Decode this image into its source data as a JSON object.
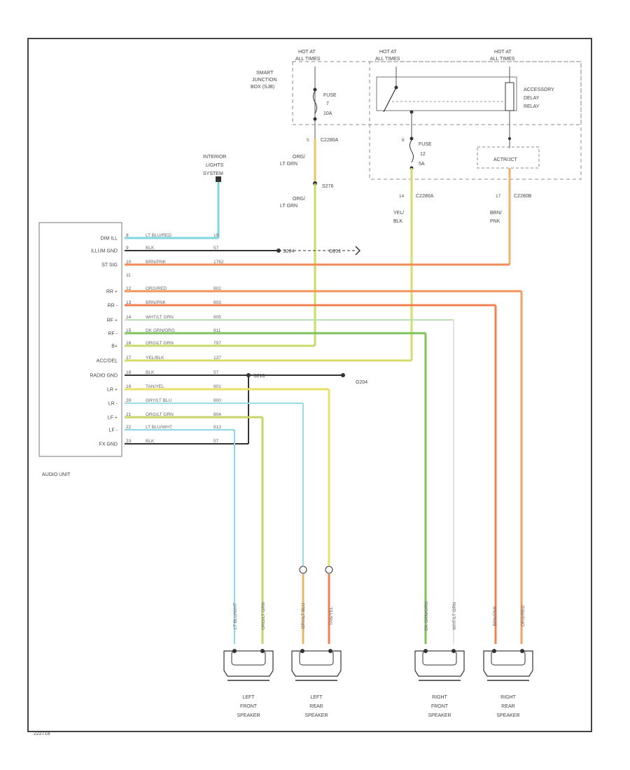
{
  "power": {
    "hot_left": [
      "HOT AT",
      "ALL TIMES"
    ],
    "hot_mid": [
      "HOT AT",
      "ALL TIMES"
    ],
    "hot_right": [
      "HOT AT",
      "ALL TIMES"
    ],
    "sjb": [
      "SMART",
      "JUNCTION",
      "BOX (SJB)"
    ],
    "fuse_left": [
      "FUSE",
      "7",
      "10A"
    ],
    "fuse_right": [
      "FUSE",
      "12",
      "5A"
    ],
    "relay": [
      "ACCESSORY",
      "DELAY",
      "RELAY"
    ],
    "actr": "ACTR/JCT",
    "conn_left": "C2280A",
    "conn_left_pin": "5",
    "conn_mid": "C2280A",
    "conn_mid_pin": "14",
    "conn_right": "C2280B",
    "conn_right_pin": "17",
    "fuse_r_pin": "8"
  },
  "wires_top": {
    "left_color": [
      "ORG/",
      "LT GRN"
    ],
    "left_color2": [
      "ORG/",
      "LT GRN"
    ],
    "splice": "S276",
    "mid_color": [
      "YEL/",
      "BLK"
    ],
    "right_color": [
      "BRN/",
      "PNK"
    ]
  },
  "interior_lights": [
    "INTERIOR",
    "LIGHTS",
    "SYSTEM"
  ],
  "audio_unit": {
    "label": "AUDIO UNIT",
    "pins": [
      {
        "name": "DIM ILL",
        "pin": "8",
        "wire": "LT BLU/RED",
        "circ": "19"
      },
      {
        "name": "ILLUM GND",
        "pin": "9",
        "wire": "BLK",
        "circ": "57"
      },
      {
        "name": "ST SIG",
        "pin": "10",
        "wire": "BRN/PNK",
        "circ": "1762"
      },
      {
        "name": "",
        "pin": "11",
        "wire": "",
        "circ": ""
      },
      {
        "name": "RR +",
        "pin": "12",
        "wire": "ORG/RED",
        "circ": "802"
      },
      {
        "name": "RR -",
        "pin": "13",
        "wire": "BRN/PNK",
        "circ": "803"
      },
      {
        "name": "RF +",
        "pin": "14",
        "wire": "WHT/LT GRN",
        "circ": "805"
      },
      {
        "name": "RF -",
        "pin": "15",
        "wire": "DK GRN/ORG",
        "circ": "811"
      },
      {
        "name": "B+",
        "pin": "16",
        "wire": "ORG/LT GRN",
        "circ": "797"
      },
      {
        "name": "ACC/DEL",
        "pin": "17",
        "wire": "YEL/BLK",
        "circ": "137"
      },
      {
        "name": "RADIO GND",
        "pin": "18",
        "wire": "BLK",
        "circ": "57"
      },
      {
        "name": "LR +",
        "pin": "19",
        "wire": "TAN/YEL",
        "circ": "801"
      },
      {
        "name": "LR -",
        "pin": "20",
        "wire": "GRY/LT BLU",
        "circ": "800"
      },
      {
        "name": "LF +",
        "pin": "21",
        "wire": "ORG/LT GRN",
        "circ": "804"
      },
      {
        "name": "LF -",
        "pin": "22",
        "wire": "LT BLU/WHT",
        "circ": "813"
      },
      {
        "name": "FX GND",
        "pin": "23",
        "wire": "BLK",
        "circ": "57"
      }
    ]
  },
  "grounds": {
    "g_top": "G201",
    "g_top_splice": "S204",
    "g_bot": "G204",
    "g_bot_splice": "S218"
  },
  "speakers": [
    {
      "label": [
        "LEFT",
        "FRONT",
        "SPEAKER"
      ],
      "w1": "LT BLU/WHT",
      "w2": "ORG/LT GRN"
    },
    {
      "label": [
        "LEFT",
        "REAR",
        "SPEAKER"
      ],
      "w1": "GRY/LT BLU",
      "w2": "TAN/YEL"
    },
    {
      "label": [
        "RIGHT",
        "FRONT",
        "SPEAKER"
      ],
      "w1": "DK GRN/ORG",
      "w2": "WHT/LT GRN"
    },
    {
      "label": [
        "RIGHT",
        "REAR",
        "SPEAKER"
      ],
      "w1": "BRN/PNK",
      "w2": "ORG/RED"
    }
  ],
  "footer": "222718",
  "colors": {
    "frame": "#444444",
    "cyan": "#7fd4e0",
    "orange": "#f28a55",
    "green": "#8cc86a",
    "yellowgreen": "#c9dc6a",
    "yellow": "#e6dc6a",
    "tan": "#e8b86a",
    "black": "#333333",
    "white": "#e8e8e8"
  }
}
